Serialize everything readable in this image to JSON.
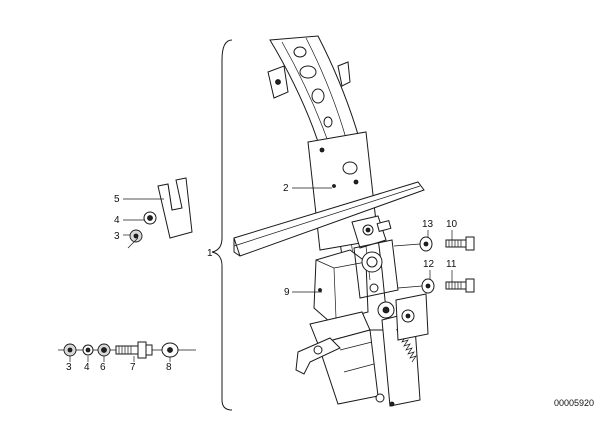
{
  "diagram": {
    "doc_code": "00005920",
    "callouts": [
      {
        "id": "c1",
        "text": "1"
      },
      {
        "id": "c2",
        "text": "2"
      },
      {
        "id": "c3a",
        "text": "3"
      },
      {
        "id": "c3b",
        "text": "3"
      },
      {
        "id": "c4a",
        "text": "4"
      },
      {
        "id": "c4b",
        "text": "4"
      },
      {
        "id": "c5",
        "text": "5"
      },
      {
        "id": "c6",
        "text": "6"
      },
      {
        "id": "c7",
        "text": "7"
      },
      {
        "id": "c8",
        "text": "8"
      },
      {
        "id": "c9",
        "text": "9"
      },
      {
        "id": "c10",
        "text": "10"
      },
      {
        "id": "c11",
        "text": "11"
      },
      {
        "id": "c12",
        "text": "12"
      },
      {
        "id": "c13",
        "text": "13"
      }
    ]
  }
}
